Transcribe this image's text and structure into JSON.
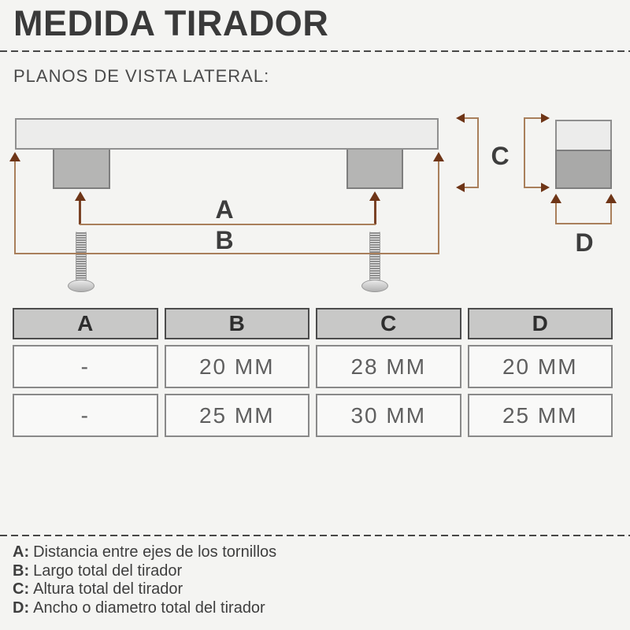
{
  "header": {
    "title": "MEDIDA TIRADOR",
    "subtitle": "PLANOS DE VISTA LATERAL:"
  },
  "diagram": {
    "labels": {
      "a": "A",
      "b": "B",
      "c": "C",
      "d": "D"
    }
  },
  "table": {
    "headers": [
      "A",
      "B",
      "C",
      "D"
    ],
    "rows": [
      [
        "-",
        "20 MM",
        "28 MM",
        "20 MM"
      ],
      [
        "-",
        "25 MM",
        "30 MM",
        "25 MM"
      ]
    ]
  },
  "legend": {
    "items": [
      {
        "prefix": "A:",
        "text": "Distancia entre ejes de los tornillos"
      },
      {
        "prefix": "B:",
        "text": "Largo total del tirador"
      },
      {
        "prefix": "C:",
        "text": "Altura total del tirador"
      },
      {
        "prefix": "D:",
        "text": "Ancho o diametro total del tirador"
      }
    ]
  },
  "colors": {
    "background": "#f4f4f2",
    "text_dark": "#3a3a3a",
    "dimension_line": "#a97f5b",
    "dimension_arrow": "#6e3517",
    "handle_fill": "#ececeb",
    "post_fill": "#b5b5b4",
    "table_header_fill": "#c8c8c7"
  }
}
